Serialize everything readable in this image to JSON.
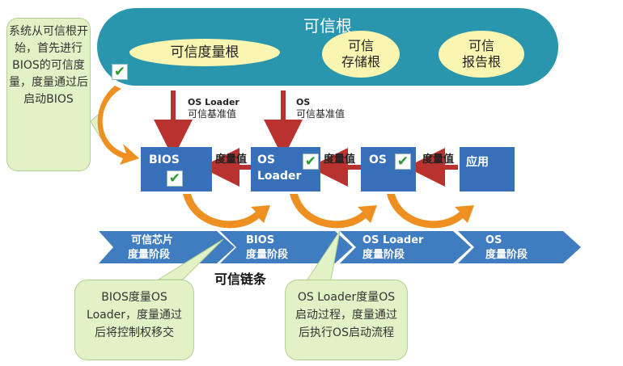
{
  "root": {
    "title": "可信根",
    "items": [
      "可信度量根",
      "可信\n存储根",
      "可信\n报告根"
    ]
  },
  "callout_left": "系统从可信根开始，首先进行BIOS的可信度量，度量通过后启动BIOS",
  "reference_labels": [
    {
      "name": "OS Loader",
      "sub": "可信基准值"
    },
    {
      "name": "OS",
      "sub": "可信基准值"
    }
  ],
  "boxes": [
    "BIOS",
    "OS\nLoader",
    "OS",
    "应用"
  ],
  "measure_label": "度量值",
  "stages": [
    {
      "line1": "可信芯片",
      "line2": "度量阶段"
    },
    {
      "line1": "BIOS",
      "line2": "度量阶段"
    },
    {
      "line1": "OS Loader",
      "line2": "度量阶段"
    },
    {
      "line1": "OS",
      "line2": "度量阶段"
    }
  ],
  "chain_title": "可信链条",
  "callout_bios": "BIOS度量OS Loader，度量通过后将控制权移交",
  "callout_osloader": "OS Loader度量OS启动过程，度量通过后执行OS启动流程",
  "colors": {
    "teal": "#2a96ad",
    "box_blue": "#3770b8",
    "stage_blue": "#3f7dc0",
    "orange": "#ee8f22",
    "red_arrow": "#b8332f",
    "callout_green": "#e1f2c6"
  },
  "icons": [
    "check-icon"
  ]
}
